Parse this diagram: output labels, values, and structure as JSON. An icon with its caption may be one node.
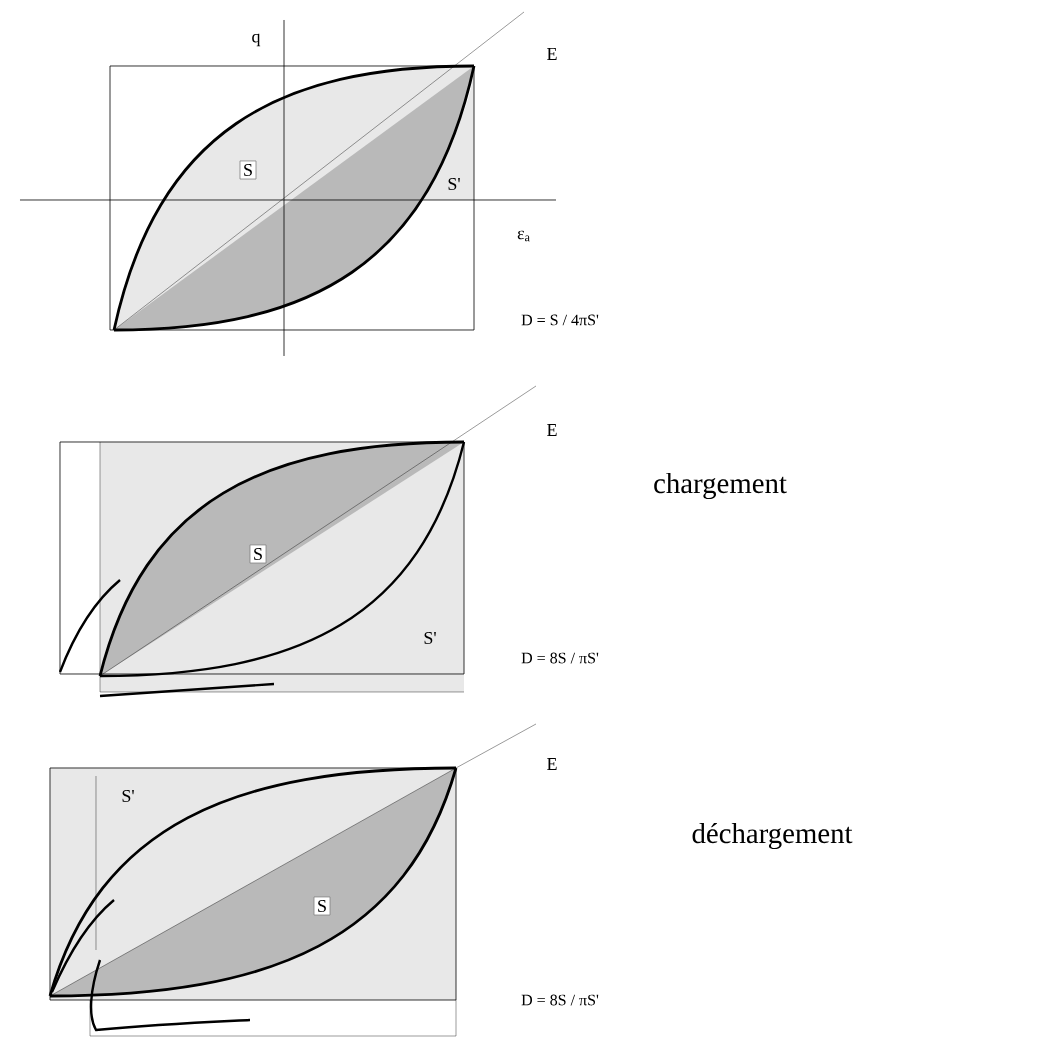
{
  "diagram": {
    "labels": [
      "q",
      "E",
      "S",
      "S'",
      "ε$_{a}$",
      "D = S / 4πS'",
      "E",
      "chargement",
      "S",
      "S'",
      "D = 8S / πS'",
      "E",
      "S'",
      "déchargement",
      "S",
      "D = 8S / πS'"
    ]
  }
}
